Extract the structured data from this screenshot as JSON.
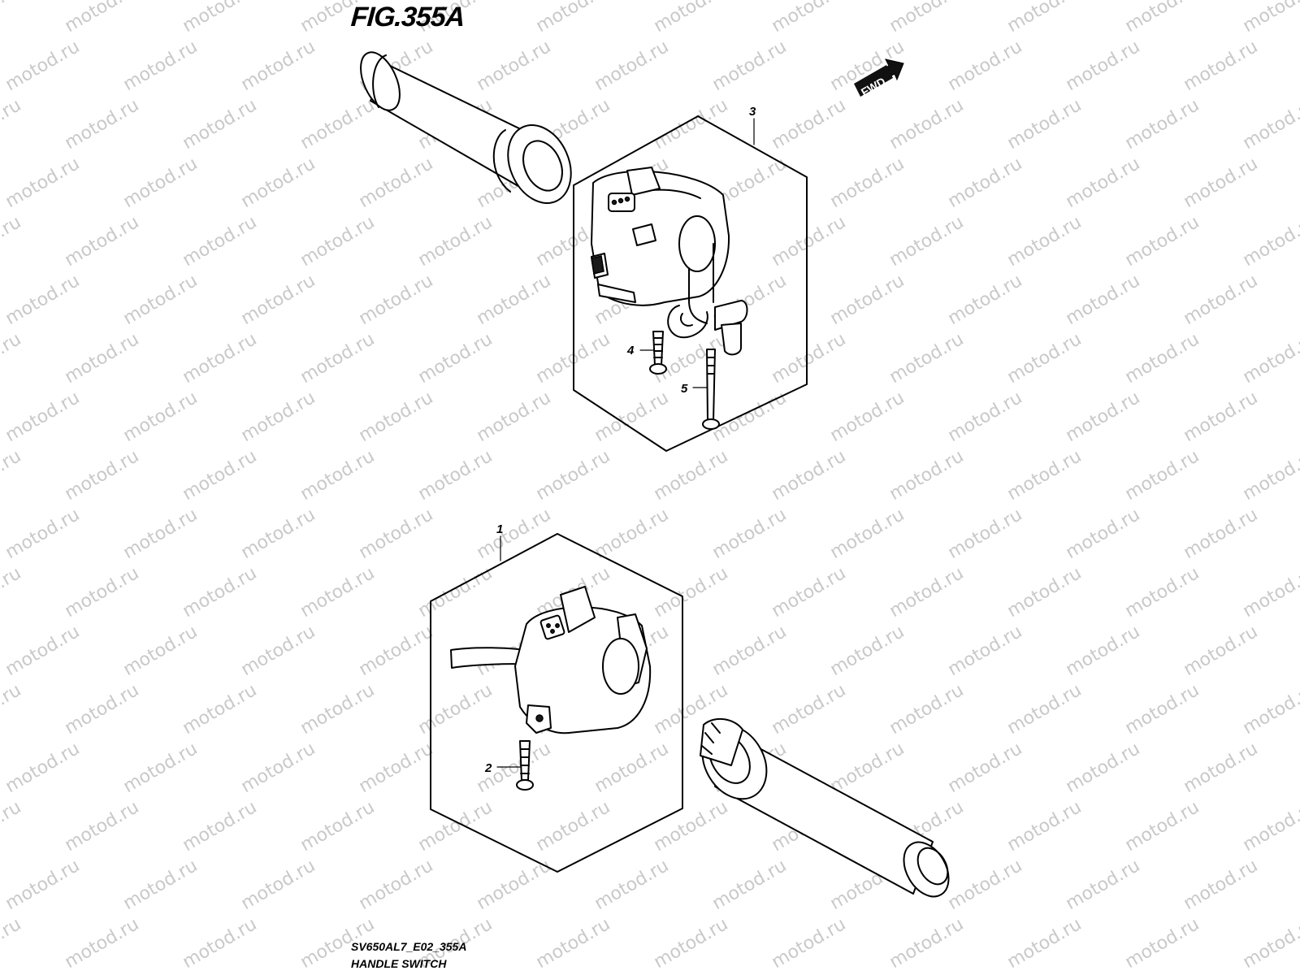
{
  "figure": {
    "title": "FIG.355A",
    "diagram_code": "SV650AL7_E02_355A",
    "diagram_name": "HANDLE SWITCH"
  },
  "direction_badge": {
    "label": "FWD"
  },
  "callouts": [
    {
      "number": "1",
      "part": "right-handle-switch-assembly"
    },
    {
      "number": "2",
      "part": "right-switch-screw"
    },
    {
      "number": "3",
      "part": "left-handle-switch-assembly"
    },
    {
      "number": "4",
      "part": "left-switch-screw-short"
    },
    {
      "number": "5",
      "part": "left-switch-screw-long"
    }
  ],
  "watermark": {
    "text": "motod.ru"
  }
}
